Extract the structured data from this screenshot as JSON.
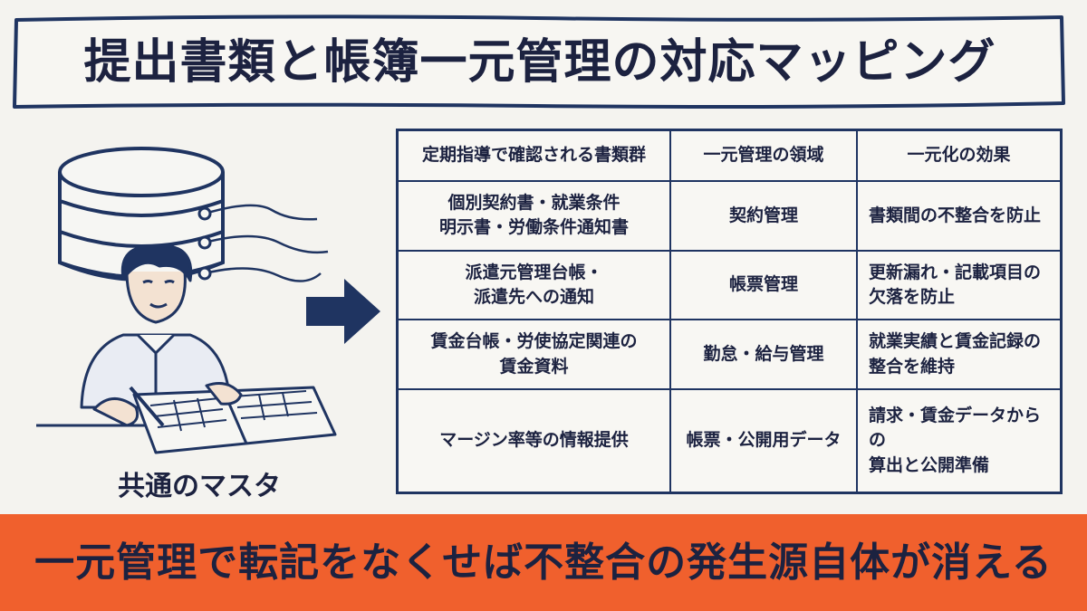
{
  "title": "提出書類と帳簿一元管理の対応マッピング",
  "illustration": {
    "label": "共通のマスタ"
  },
  "table": {
    "headers": [
      "定期指導で確認される書類群",
      "一元管理の領域",
      "一元化の効果"
    ],
    "rows": [
      {
        "docs": [
          "個別契約書・就業条件",
          "明示書・労働条件通知書"
        ],
        "domain": "契約管理",
        "effect": [
          "書類間の不整合を防止"
        ]
      },
      {
        "docs": [
          "派遣元管理台帳・",
          "派遣先への通知"
        ],
        "domain": "帳票管理",
        "effect": [
          "更新漏れ・記載項目の",
          "欠落を防止"
        ]
      },
      {
        "docs": [
          "賃金台帳・労使協定関連の",
          "賃金資料"
        ],
        "domain": "勤怠・給与管理",
        "effect": [
          "就業実績と賃金記録の",
          "整合を維持"
        ]
      },
      {
        "docs": [
          "マージン率等の情報提供"
        ],
        "domain": "帳票・公開用データ",
        "effect": [
          "請求・賃金データからの",
          "算出と公開準備"
        ]
      }
    ]
  },
  "banner": {
    "text": "一元管理で転記をなくせば不整合の発生源自体が消える"
  },
  "colors": {
    "navy": "#1f3461",
    "ink": "#1c2240",
    "banner": "#f0602d",
    "background": "#f4f3ef"
  }
}
